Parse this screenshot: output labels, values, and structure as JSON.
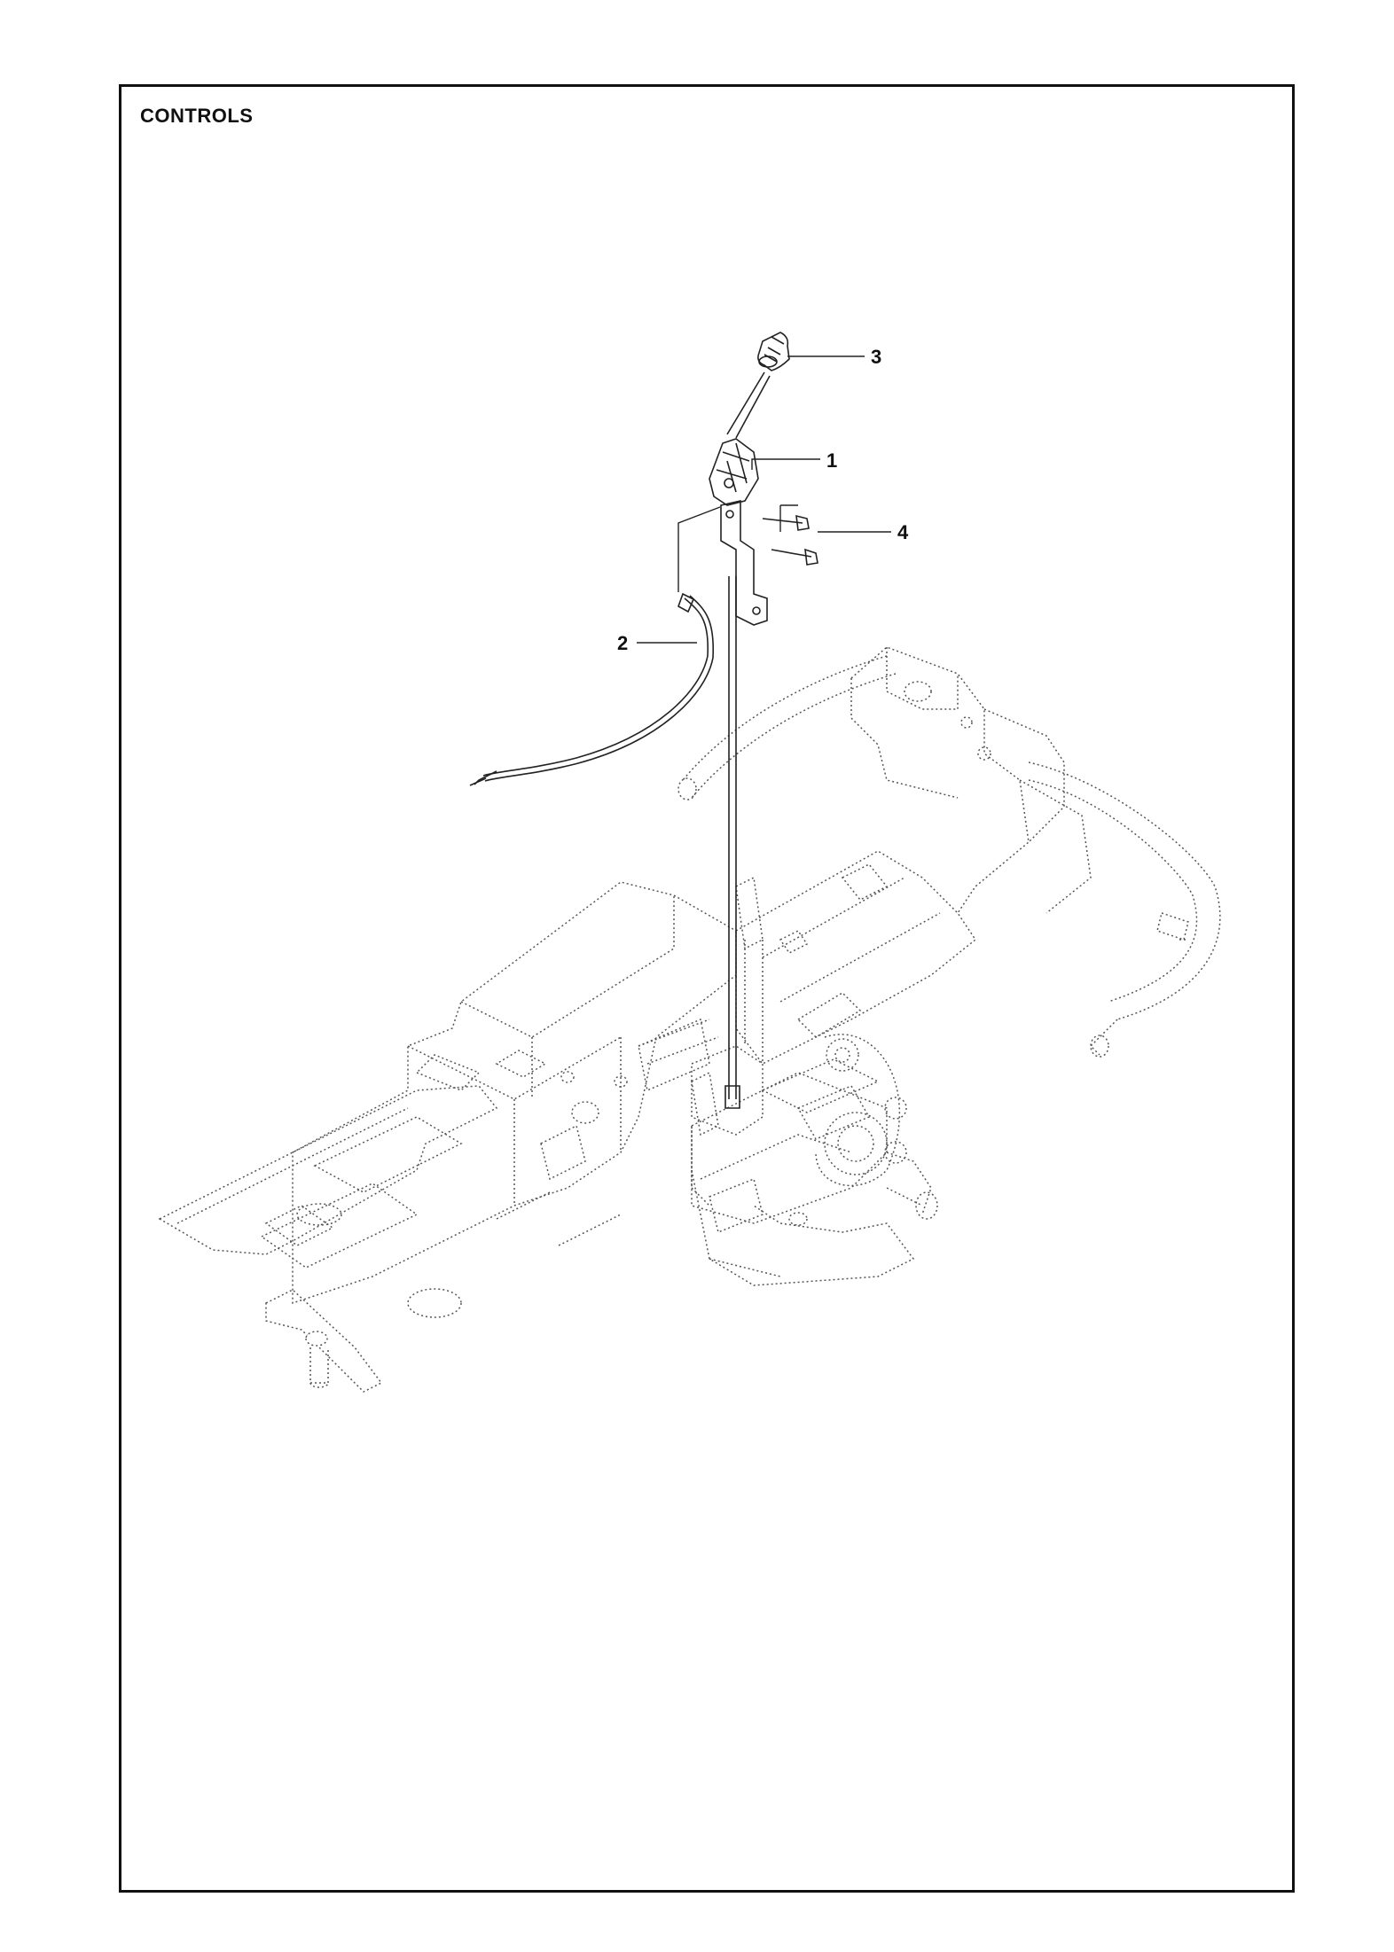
{
  "page": {
    "title": "CONTROLS"
  },
  "callouts": [
    {
      "label": "1",
      "part": "control-lever-assembly"
    },
    {
      "label": "2",
      "part": "control-cable"
    },
    {
      "label": "3",
      "part": "knob"
    },
    {
      "label": "4",
      "part": "screw"
    }
  ]
}
